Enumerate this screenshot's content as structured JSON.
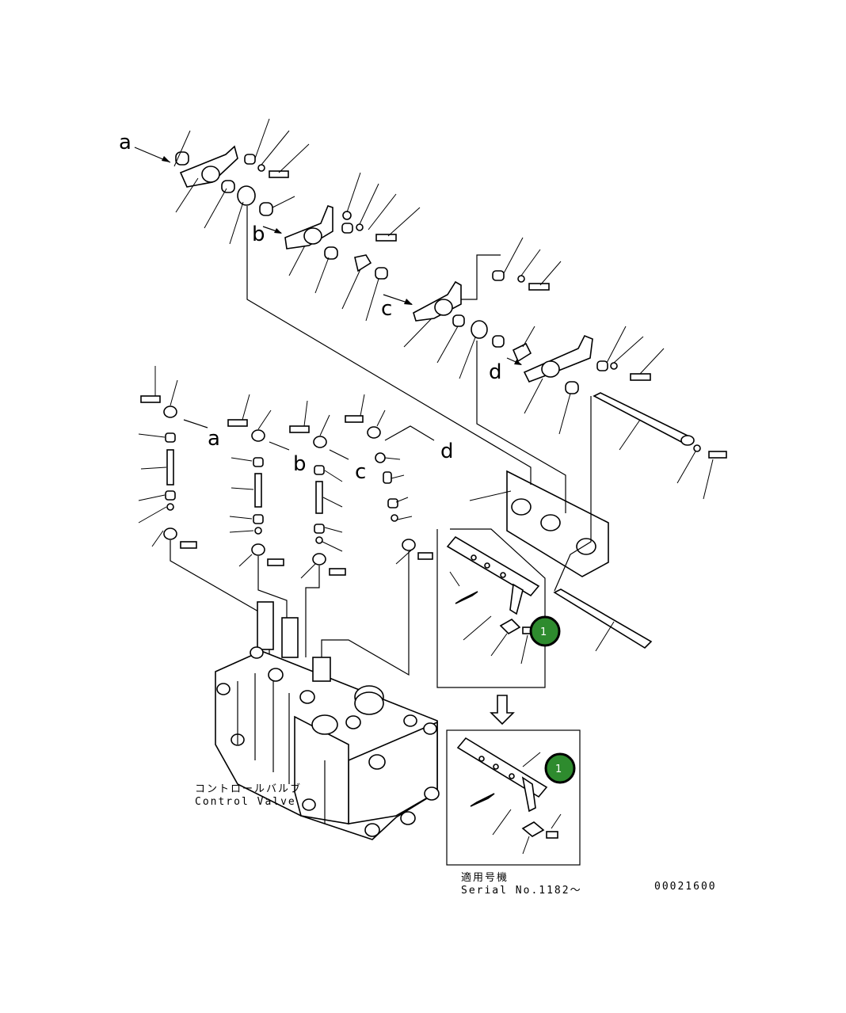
{
  "labels": {
    "a": "a",
    "b": "b",
    "c": "c",
    "d": "d"
  },
  "callouts": {
    "marker_main": "1",
    "marker_inset": "1"
  },
  "captions": {
    "component_jp": "コントロールバルブ",
    "component_en": "Control Valve",
    "serial_jp": "適用号機",
    "serial_en": "Serial No.1182～",
    "drawing_no": "00021600"
  },
  "colors": {
    "marker_fill": "#2e8b2e",
    "line": "#000000",
    "background": "#ffffff"
  }
}
